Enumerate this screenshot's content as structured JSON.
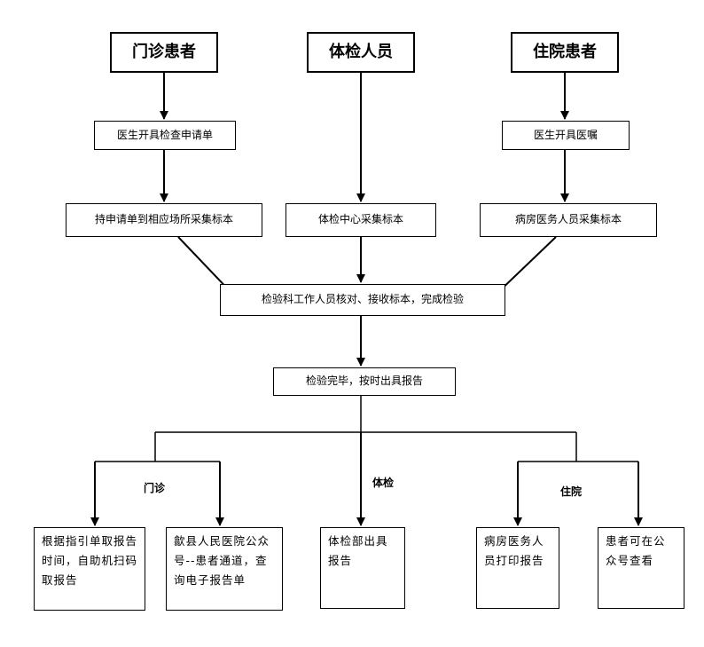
{
  "sources": {
    "outpatient": "门诊患者",
    "checkup": "体检人员",
    "inpatient": "住院患者"
  },
  "steps": {
    "outpatient_request": "医生开具检查申请单",
    "inpatient_order": "医生开具医嘱",
    "outpatient_collect": "持申请单到相应场所采集标本",
    "checkup_collect": "体检中心采集标本",
    "inpatient_collect": "病房医务人员采集标本",
    "lab_process": "检验科工作人员核对、接收标本，完成检验",
    "lab_report": "检验完毕，按时出具报告"
  },
  "branch_labels": {
    "outpatient": "门诊",
    "checkup": "体检",
    "inpatient": "住院"
  },
  "outcomes": {
    "self_service": "根据指引单取报告时间，自助机扫码取报告",
    "wechat": "歙县人民医院公众号--患者通道，查询电子报告单",
    "checkup_dept": "体检部出具报告",
    "ward_print": "病房医务人员打印报告",
    "patient_view": "患者可在公众号查看"
  }
}
